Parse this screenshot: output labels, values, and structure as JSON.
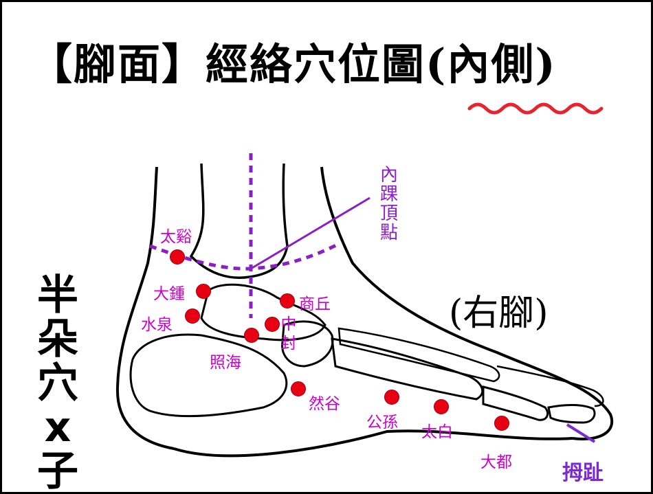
{
  "title": "【腳面】經絡穴位圖(內側)",
  "subtitle": "(右腳)",
  "brand_text": "半朵穴x子",
  "brand_chars": [
    "半",
    "朵",
    "穴",
    "x",
    "子"
  ],
  "landmarks": {
    "medial_malleolus_top": [
      "內",
      "踝",
      "頂",
      "點"
    ],
    "big_toe": "拇趾"
  },
  "acupoints": [
    {
      "name": "太谿"
    },
    {
      "name": "大鍾"
    },
    {
      "name": "水泉"
    },
    {
      "name": "照海"
    },
    {
      "name": "商丘"
    },
    {
      "name": "中封"
    },
    {
      "name": "然谷"
    },
    {
      "name": "公孫"
    },
    {
      "name": "太白"
    },
    {
      "name": "大都"
    }
  ],
  "colors": {
    "point": "#e60012",
    "label": "#cc00cc",
    "guide": "#8a1fc4",
    "wavy_underline": "#e8242b"
  }
}
